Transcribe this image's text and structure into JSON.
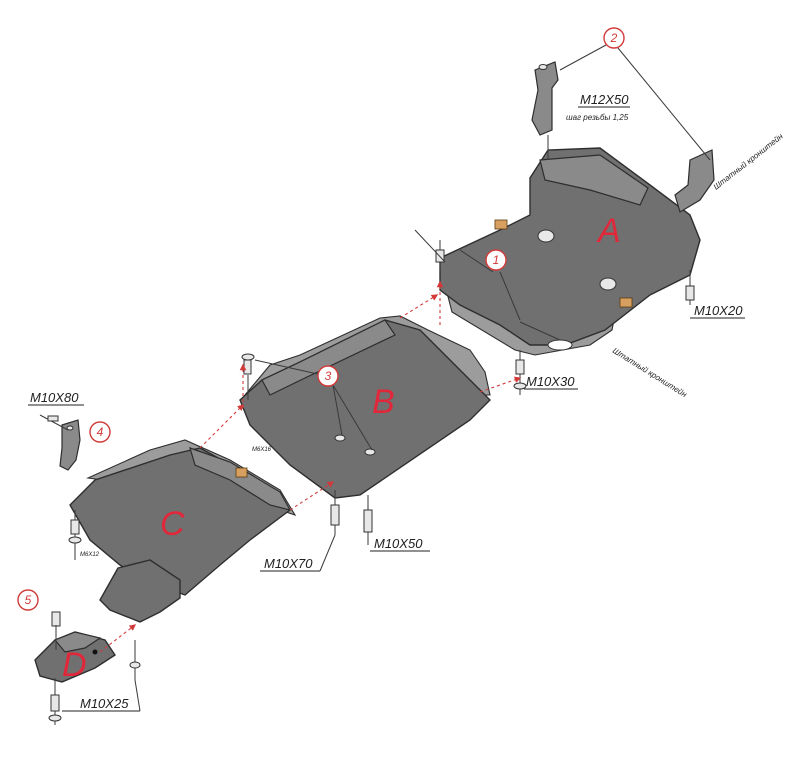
{
  "parts": {
    "a": "A",
    "b": "B",
    "c": "C",
    "d": "D"
  },
  "callouts": {
    "c1": "1",
    "c2": "2",
    "c3": "3",
    "c4": "4",
    "c5": "5"
  },
  "fasteners": {
    "m12x50": "M12X50",
    "thread_pitch": "шаг резьбы 1,25",
    "m10x20": "M10X20",
    "m10x30": "M10X30",
    "m10x50": "M10X50",
    "m10x70": "M10X70",
    "m10x80": "M10X80",
    "m10x25": "M10X25",
    "m6x16": "M6X16",
    "m6x12": "M6X12"
  },
  "notes": {
    "stock_bracket_1": "Штатный кронштейн",
    "stock_bracket_2": "Штатный кронштейн"
  },
  "colors": {
    "plate": "#707070",
    "callout": "#d23a3a",
    "letter": "#e0283a"
  }
}
